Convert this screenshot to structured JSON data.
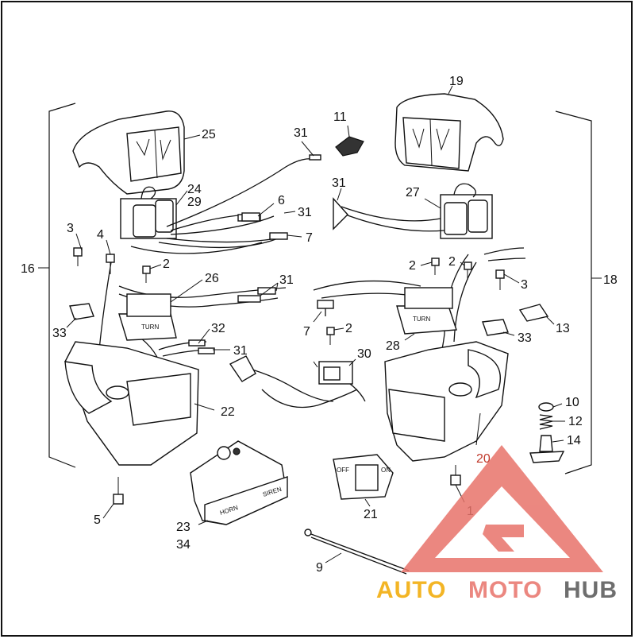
{
  "callouts": {
    "c1": "1",
    "c2a": "2",
    "c2b": "2",
    "c2c": "2",
    "c2d": "2",
    "c3a": "3",
    "c3b": "3",
    "c4": "4",
    "c5": "5",
    "c6": "6",
    "c7a": "7",
    "c7b": "7",
    "c9": "9",
    "c10": "10",
    "c11": "11",
    "c12": "12",
    "c13": "13",
    "c14": "14",
    "c16": "16",
    "c18": "18",
    "c19": "19",
    "c20": "20",
    "c21": "21",
    "c22": "22",
    "c23": "23",
    "c24": "24",
    "c25": "25",
    "c26": "26",
    "c27": "27",
    "c28": "28",
    "c29": "29",
    "c30": "30",
    "c31a": "31",
    "c31b": "31",
    "c31c": "31",
    "c31d": "31",
    "c31e": "31",
    "c32": "32",
    "c33a": "33",
    "c33b": "33",
    "c34": "34"
  },
  "part_markings": {
    "horn": "HORN",
    "siren": "SIREN",
    "turn_left": "TURN",
    "turn_right": "TURN",
    "off": "OFF",
    "on": "ON"
  },
  "watermark": {
    "part1": "AUTO",
    "part2": "MOTO",
    "part3": "HUB",
    "color_auto": "#f2a900",
    "color_moto": "#e8736a",
    "color_hub": "#555555",
    "triangle_color": "#e8736a"
  }
}
